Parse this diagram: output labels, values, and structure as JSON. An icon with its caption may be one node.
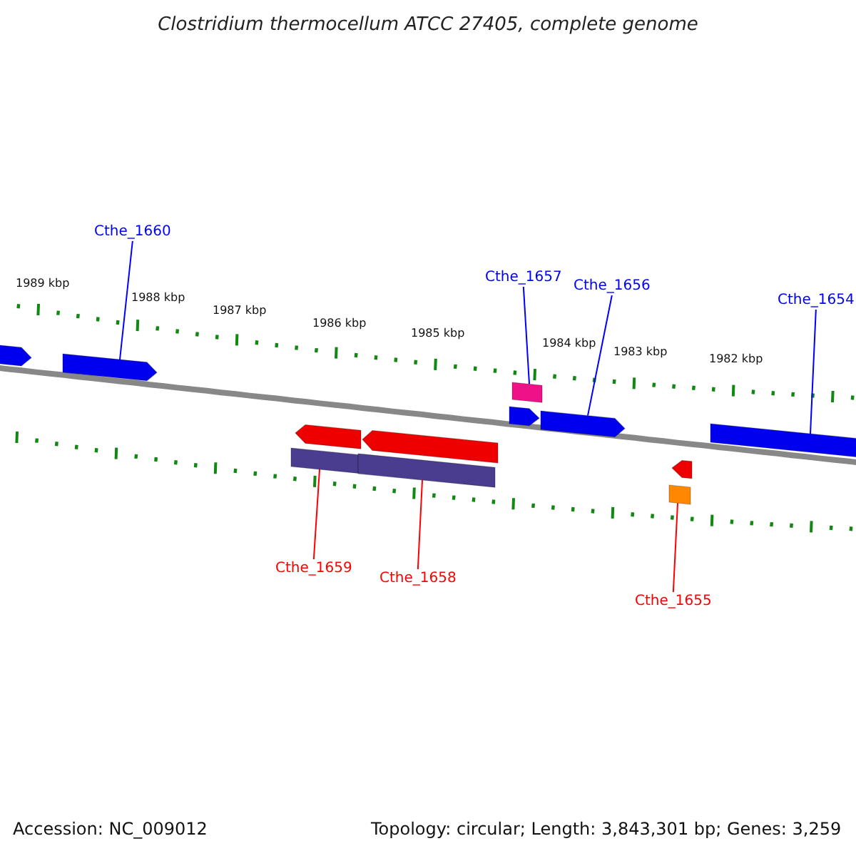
{
  "diagram": {
    "title": "Clostridium thermocellum ATCC 27405, complete genome",
    "nodes": [
      {
        "text": [
          "Cthe_1660"
        ]
      },
      {
        "text": [
          "Cthe_1657"
        ]
      },
      {
        "text": [
          "Cthe_1656"
        ]
      },
      {
        "text": [
          "Cthe_1654"
        ]
      },
      {
        "text": [
          "Cthe_1659"
        ]
      },
      {
        "text": [
          "Cthe_1658"
        ]
      },
      {
        "text": [
          "Cthe_1655"
        ]
      },
      {
        "text": [],
        "shape": "arrow"
      },
      {
        "text": [],
        "shape": "arrow"
      },
      {
        "text": [],
        "shape": "bar"
      },
      {
        "text": [],
        "shape": "arrow"
      },
      {
        "text": [],
        "shape": "bar"
      },
      {
        "text": [],
        "shape": "arrow"
      },
      {
        "text": [],
        "shape": "arrow"
      },
      {
        "text": [],
        "shape": "bar"
      },
      {
        "text": [],
        "shape": "arrow"
      },
      {
        "text": [],
        "shape": "bar"
      },
      {
        "text": [],
        "shape": "arrow"
      },
      {
        "text": [],
        "shape": "bar"
      }
    ],
    "edges": [
      {
        "from": 0,
        "to": 8,
        "arrow": "none"
      },
      {
        "from": 1,
        "to": 14,
        "arrow": "none"
      },
      {
        "from": 2,
        "to": 15,
        "arrow": "none"
      },
      {
        "from": 3,
        "to": 18,
        "arrow": "none"
      },
      {
        "from": 4,
        "to": 9,
        "arrow": "none",
        "color": "#ff0000"
      },
      {
        "from": 5,
        "to": 11,
        "arrow": "none",
        "color": "#ff0000"
      },
      {
        "from": 6,
        "to": 16,
        "arrow": "none",
        "color": "#ff0000"
      }
    ],
    "labels": [
      "1989 kbp",
      "1988 kbp",
      "1987 kbp",
      "1986 kbp",
      "1985 kbp",
      "1984 kbp",
      "1983 kbp",
      "1982 kbp",
      "Accession: NC_009012",
      "Topology: circular; Length: 3,843,301 bp; Genes: 3,259"
    ]
  }
}
